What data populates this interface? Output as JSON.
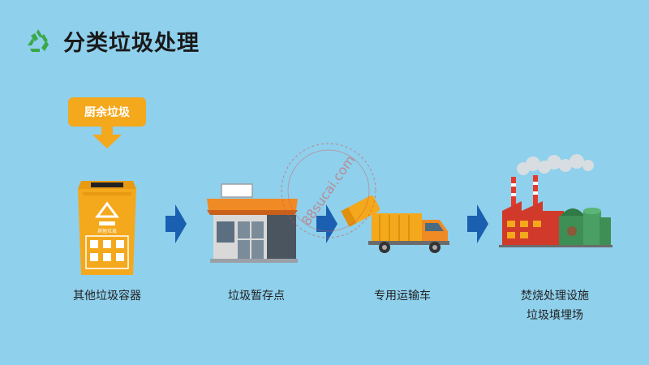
{
  "page": {
    "title": "分类垃圾处理"
  },
  "source": {
    "label": "厨余垃圾"
  },
  "bin": {
    "sign_text": "其他垃圾"
  },
  "stages": [
    {
      "label": "其他垃圾容器"
    },
    {
      "label": "垃圾暂存点"
    },
    {
      "label": "专用运输车"
    },
    {
      "label": "焚烧处理设施",
      "label2": "垃圾填埋场"
    }
  ],
  "watermark": {
    "text": "88sucai.com"
  },
  "colors": {
    "background": "#8fd0ec",
    "accent_orange": "#f4a81c",
    "arrow_blue": "#1a5fb0",
    "recycle_green": "#3aa84a"
  },
  "icons": {
    "title": "recycle-icon",
    "flow": "flow-arrow"
  }
}
